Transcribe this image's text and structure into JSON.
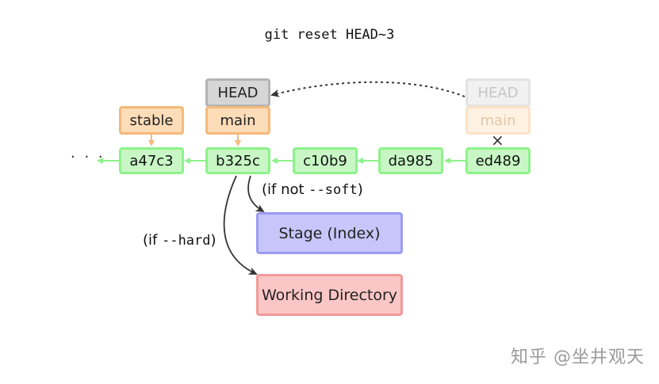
{
  "title": "git reset HEAD~3",
  "ellipsis": "· · ·",
  "commits": [
    "a47c3",
    "b325c",
    "c10b9",
    "da985",
    "ed489"
  ],
  "refs": {
    "stable": "stable",
    "head_new": "HEAD",
    "main_new": "main",
    "head_old": "HEAD",
    "main_old": "main",
    "removed_mark": "×"
  },
  "areas": {
    "stage": "Stage (Index)",
    "working_directory": "Working Directory"
  },
  "conditions": {
    "not_soft_prefix": "(if not ",
    "not_soft_flag": "--soft",
    "not_soft_suffix": ")",
    "hard_prefix": "(if ",
    "hard_flag": "--hard",
    "hard_suffix": ")"
  },
  "watermark": "知乎 @坐井观天",
  "colors": {
    "commit_fill": "#c8f7c5",
    "commit_border": "#8df28a",
    "branch_fill": "#fddcb8",
    "branch_border": "#f4b97a",
    "head_fill": "#d6d6d6",
    "head_border": "#b4b4b4",
    "stage_fill": "#c6c6fb",
    "stage_border": "#9c9cf3",
    "workdir_fill": "#fbc6c6",
    "workdir_border": "#f29a9a"
  }
}
